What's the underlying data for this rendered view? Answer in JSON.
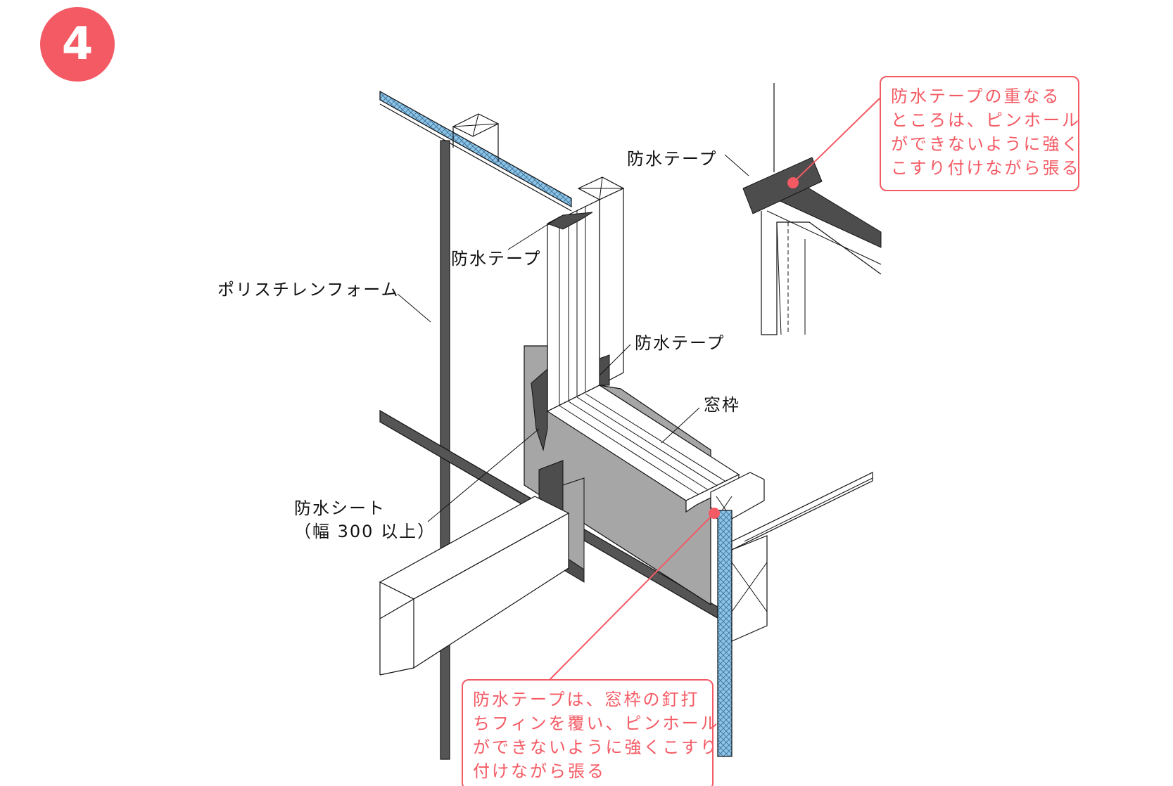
{
  "step_number": "4",
  "colors": {
    "accent": "#f45a64",
    "insulation_fill": "#8ec3e8",
    "tape_fill": "#4d4d4d",
    "sheet_fill": "#a6a6a6",
    "line": "#111111"
  },
  "labels": {
    "tape_top": "防水テープ",
    "polystyrene": "ポリスチレンフォーム",
    "tape_right_top": "防水テープ",
    "tape_mid": "防水テープ",
    "window_frame": "窓枠",
    "sheet": "防水シート\n（幅 300 以上）"
  },
  "notes": {
    "overlap": "防水テープの重なる\nところは、ピンホール\nができないように強く\nこすり付けながら張る",
    "fin": "防水テープは、窓枠の釘打\nちフィンを覆い、ピンホール\nができないように強くこすり\n付けながら張る"
  }
}
